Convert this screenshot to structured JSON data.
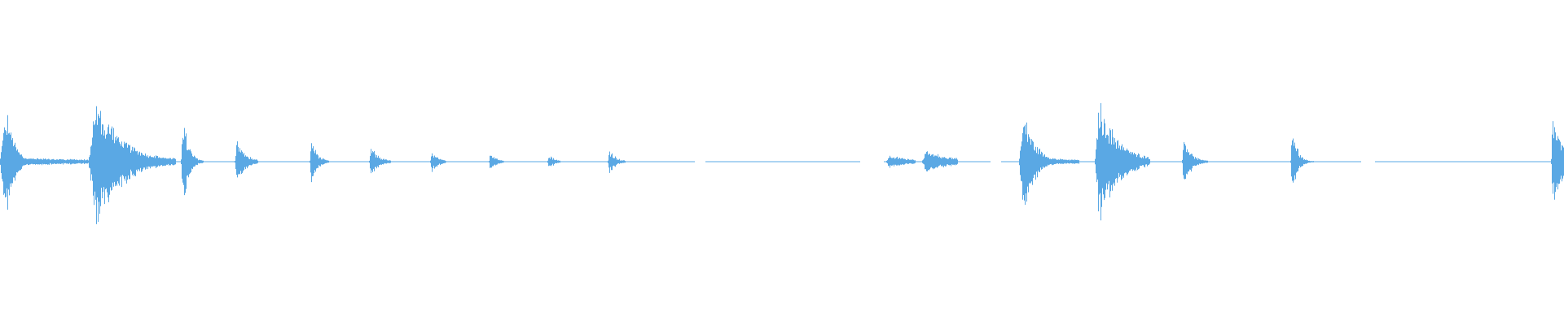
{
  "waveform": {
    "color": "#5aa8e4",
    "segments": [
      {
        "start": 0.0,
        "end": 0.06,
        "peak": 0.95,
        "decay": 0.08,
        "noise": 0.03
      },
      {
        "start": 0.057,
        "end": 0.112,
        "peak": 0.62,
        "decay": 0.3,
        "noise": 0.05
      },
      {
        "start": 0.116,
        "end": 0.13,
        "peak": 0.45,
        "decay": 0.25,
        "noise": 0.02
      },
      {
        "start": 0.15,
        "end": 0.165,
        "peak": 0.22,
        "decay": 0.35,
        "noise": 0.01
      },
      {
        "start": 0.198,
        "end": 0.21,
        "peak": 0.22,
        "decay": 0.3,
        "noise": 0.01
      },
      {
        "start": 0.236,
        "end": 0.25,
        "peak": 0.14,
        "decay": 0.35,
        "noise": 0.01
      },
      {
        "start": 0.275,
        "end": 0.285,
        "peak": 0.1,
        "decay": 0.4,
        "noise": 0.01
      },
      {
        "start": 0.313,
        "end": 0.322,
        "peak": 0.09,
        "decay": 0.4,
        "noise": 0.01
      },
      {
        "start": 0.35,
        "end": 0.358,
        "peak": 0.07,
        "decay": 0.45,
        "noise": 0.01
      },
      {
        "start": 0.389,
        "end": 0.4,
        "peak": 0.12,
        "decay": 0.35,
        "noise": 0.01
      },
      {
        "start": 0.567,
        "end": 0.585,
        "peak": 0.05,
        "decay": 0.95,
        "noise": 0.01
      },
      {
        "start": 0.59,
        "end": 0.612,
        "peak": 0.08,
        "decay": 0.9,
        "noise": 0.01
      },
      {
        "start": 0.652,
        "end": 0.69,
        "peak": 0.58,
        "decay": 0.18,
        "noise": 0.03
      },
      {
        "start": 0.7,
        "end": 0.735,
        "peak": 0.55,
        "decay": 0.35,
        "noise": 0.03
      },
      {
        "start": 0.756,
        "end": 0.772,
        "peak": 0.28,
        "decay": 0.25,
        "noise": 0.02
      },
      {
        "start": 0.825,
        "end": 0.84,
        "peak": 0.4,
        "decay": 0.2,
        "noise": 0.01
      },
      {
        "start": 0.992,
        "end": 1.0,
        "peak": 0.38,
        "decay": 0.8,
        "noise": 0.02
      }
    ],
    "baseline_gaps": [
      {
        "start": 0.444,
        "end": 0.451
      },
      {
        "start": 0.55,
        "end": 0.565
      },
      {
        "start": 0.633,
        "end": 0.64
      },
      {
        "start": 0.87,
        "end": 0.879
      }
    ]
  }
}
